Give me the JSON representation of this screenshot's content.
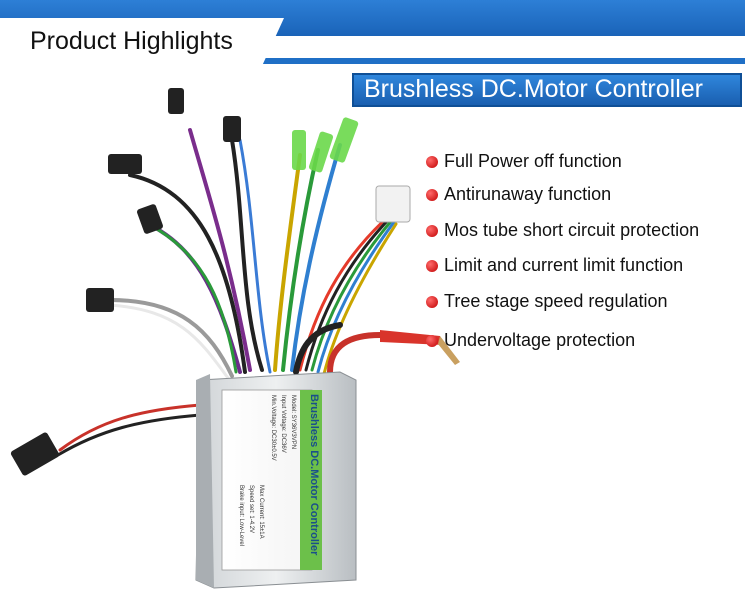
{
  "header": {
    "title": "Product Highlights",
    "product_name": "Brushless DC.Motor Controller"
  },
  "features": [
    "Full Power off function",
    "Antirunaway function",
    "Mos tube short circuit protection",
    "Limit and current limit function",
    "Tree stage speed regulation",
    "Undervoltage protection"
  ],
  "controller_label": {
    "title": "Brushless DC.Motor Controller",
    "model": "Model: SY36V3VPN",
    "input_voltage": "Input Voltage: DC36V",
    "min_voltage": "Min.Voltage: DC30±0.5V",
    "max_current": "Max Current: 15±1A",
    "speed_set": "Speed set: 1-4.2V",
    "brake_input": "Brake input: Low-Level"
  },
  "colors": {
    "banner_blue": "#1f6fc6",
    "bullet_red": "#d10000"
  }
}
